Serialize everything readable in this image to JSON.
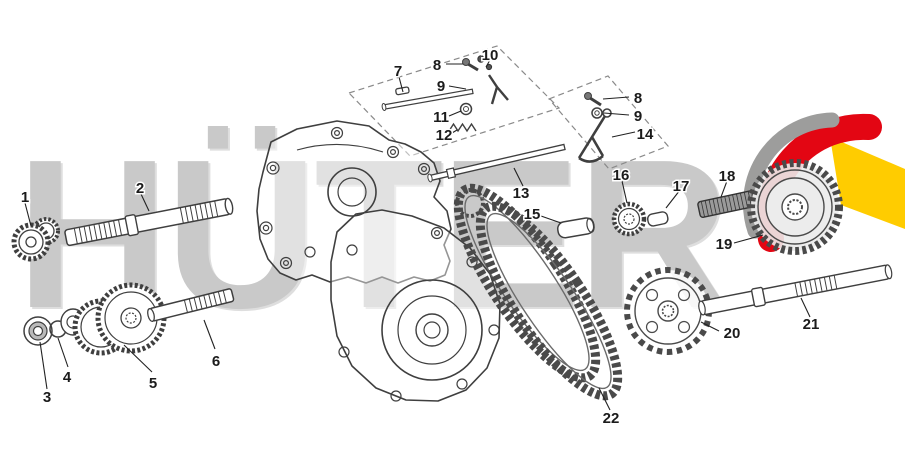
{
  "watermark": {
    "text": "HÜTER"
  },
  "colors": {
    "line": "#3f3f3f",
    "label": "#1b1b1b",
    "watermark_gray": "#c9c9c9",
    "logo_gray": "#9d9d9c",
    "logo_red": "#e30613",
    "logo_yellow": "#ffcc00"
  },
  "diagram": {
    "part_labels": [
      "1",
      "2",
      "3",
      "4",
      "5",
      "6",
      "7",
      "8",
      "9",
      "10",
      "11",
      "12",
      "8",
      "9",
      "13",
      "14",
      "15",
      "16",
      "17",
      "18",
      "19",
      "20",
      "21",
      "22"
    ]
  }
}
